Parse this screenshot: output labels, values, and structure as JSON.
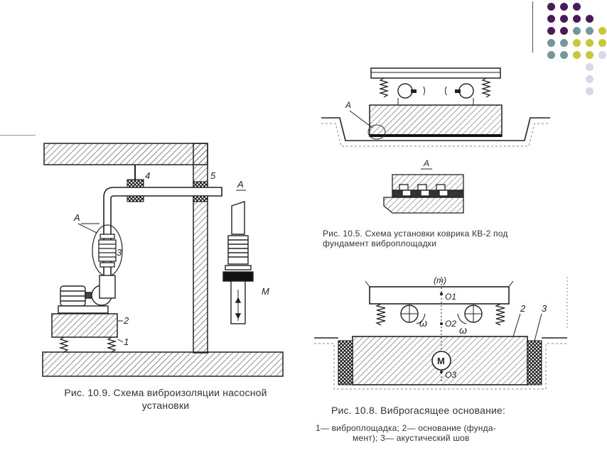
{
  "decor": {
    "dot_colors": {
      "purple": "#4b1a5c",
      "teal": "#6e9a9a",
      "olive": "#c8c834",
      "lavender": "#d8d8ea"
    }
  },
  "fig_109": {
    "caption_line1": "Рис. 10.9. Схема виброизоляции насосной",
    "caption_line2": "установки",
    "label_1": "1",
    "label_2": "2",
    "label_3": "3",
    "label_4": "4",
    "label_5": "5",
    "label_a_left": "А",
    "label_a_detail": "А",
    "label_m": "М"
  },
  "fig_105": {
    "caption_line1": "Рис. 10.5. Схема установки коврика КВ-2 под",
    "caption_line2": "фундамент виброплощадки",
    "label_a_main": "А",
    "label_a_detail": "А"
  },
  "fig_108": {
    "caption_title": "Рис. 10.8. Виброгасящее основание:",
    "legend_line1": "1— виброплощадка; 2— основание (фунда-",
    "legend_line2": "мент); 3— акустический шов",
    "label_m_top": "(m)",
    "label_o1": "O1",
    "label_o2": "O2",
    "label_o3": "O3",
    "label_omega_left": "ω",
    "label_omega_right": "ω",
    "label_motor": "M",
    "label_2": "2",
    "label_3": "3"
  }
}
